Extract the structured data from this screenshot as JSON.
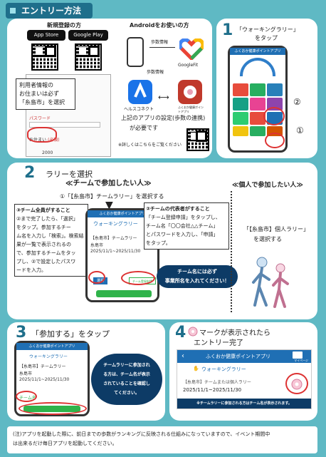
{
  "header": {
    "title": "エントリー方法"
  },
  "step0": {
    "new_reg_title": "新規登録の方",
    "app_store": "App Store",
    "google_play": "Google Play",
    "android_title": "Androidをお使いの方",
    "steps_info_1": "歩数情報",
    "steps_info_2": "歩数情報",
    "googlefit": "GoogleFit",
    "healthconnect": "ヘルスコネクト",
    "fukuoka_app": "ふくおか健康ポイントアプリ",
    "callout_lines": [
      "利用者情報の",
      "お住まいは必ず",
      "「糸島市」を選択"
    ],
    "setting_note_1": "上記のアプリの設定(歩数の連携)",
    "setting_note_2": "が必要です",
    "detail_note": "※詳しくはこちらをご覧ください",
    "form_password": "パスワード",
    "form_required": "(必須)",
    "form_address": "お住まい",
    "form_year": "2000"
  },
  "step1": {
    "number": "1",
    "title_1": "「ウォーキングラリー」",
    "title_2": "をタップ",
    "app_bar": "ふくおか健康ポイントアプリ",
    "mark1": "①",
    "mark2": "②"
  },
  "step2": {
    "number": "2",
    "title": "ラリーを選択",
    "team_heading": "≪チームで参加したい人≫",
    "individual_heading": "≪個人で参加したい人≫",
    "team_step1": "①「【糸島市】チームラリー」を選択する",
    "member_box": [
      "③チーム全員がすること",
      "②まで完了したら、「選択」",
      "をタップ。参加するチー",
      "ム名を入力し「検索」。検索結",
      "果が一覧で表示されるの",
      "で、参加するチームをタッ",
      "プし、②で設定したパスワ",
      "ードを入力。"
    ],
    "rep_box": [
      "②チームの代表者がすること",
      "「チーム登録申請」をタップし、",
      "チーム名「〇〇会社△△チーム」",
      "とパスワードを入力し、「申請」",
      "をタップ。"
    ],
    "screen_title": "ウォーキングラリー",
    "screen_app": "ふくおか健康ポイントアプリ",
    "screen_row1": "【糸島市】チームラリー",
    "screen_row2": "糸島市",
    "screen_date": "2025/11/1~2025/11/30",
    "select_btn": "選択",
    "team_apply_btn": "チーム登録申請",
    "warning_1": "チーム名には必ず",
    "warning_2": "事業所名を入れてください！",
    "individual_text_1": "「【糸島市】個人ラリー」",
    "individual_text_2": "を選択する"
  },
  "step3": {
    "number": "3",
    "title": "「参加する」をタップ",
    "app_bar": "ふくおか健康ポイントアプリ",
    "screen_title": "ウォーキングラリー",
    "row1": "【糸島市】チームラリー",
    "row2": "糸島市",
    "date": "2025/11/1~2025/11/30",
    "note": [
      "チームラリーに参加され",
      "る方は、チーム名が表示",
      "されていることを確認し",
      "てください。"
    ],
    "team_label": "チーム名"
  },
  "step4": {
    "number": "4",
    "title_1": "マークが表示されたら",
    "title_2": "エントリー完了",
    "app_bar": "ふくおか健康ポイントアプリ",
    "mypage": "マイページ",
    "screen_title": "ウォーキングラリー",
    "row": "【糸島市】チームまたは個人ラリー",
    "date": "2025/11/1~2025/11/30",
    "note": "※チームラリーに参加される方はチーム名が表示されます。"
  },
  "footer": {
    "line1": "(注)アプリを起動した際に、前日までの歩数がランキングに反映される仕組みになっていますので、イベント期間中",
    "line2": "は出来るだけ毎日アプリを起動してください。"
  },
  "colors": {
    "teal": "#5fb9c4",
    "navy": "#0d3b66",
    "blue": "#1f6fb4",
    "red": "#d33333"
  }
}
